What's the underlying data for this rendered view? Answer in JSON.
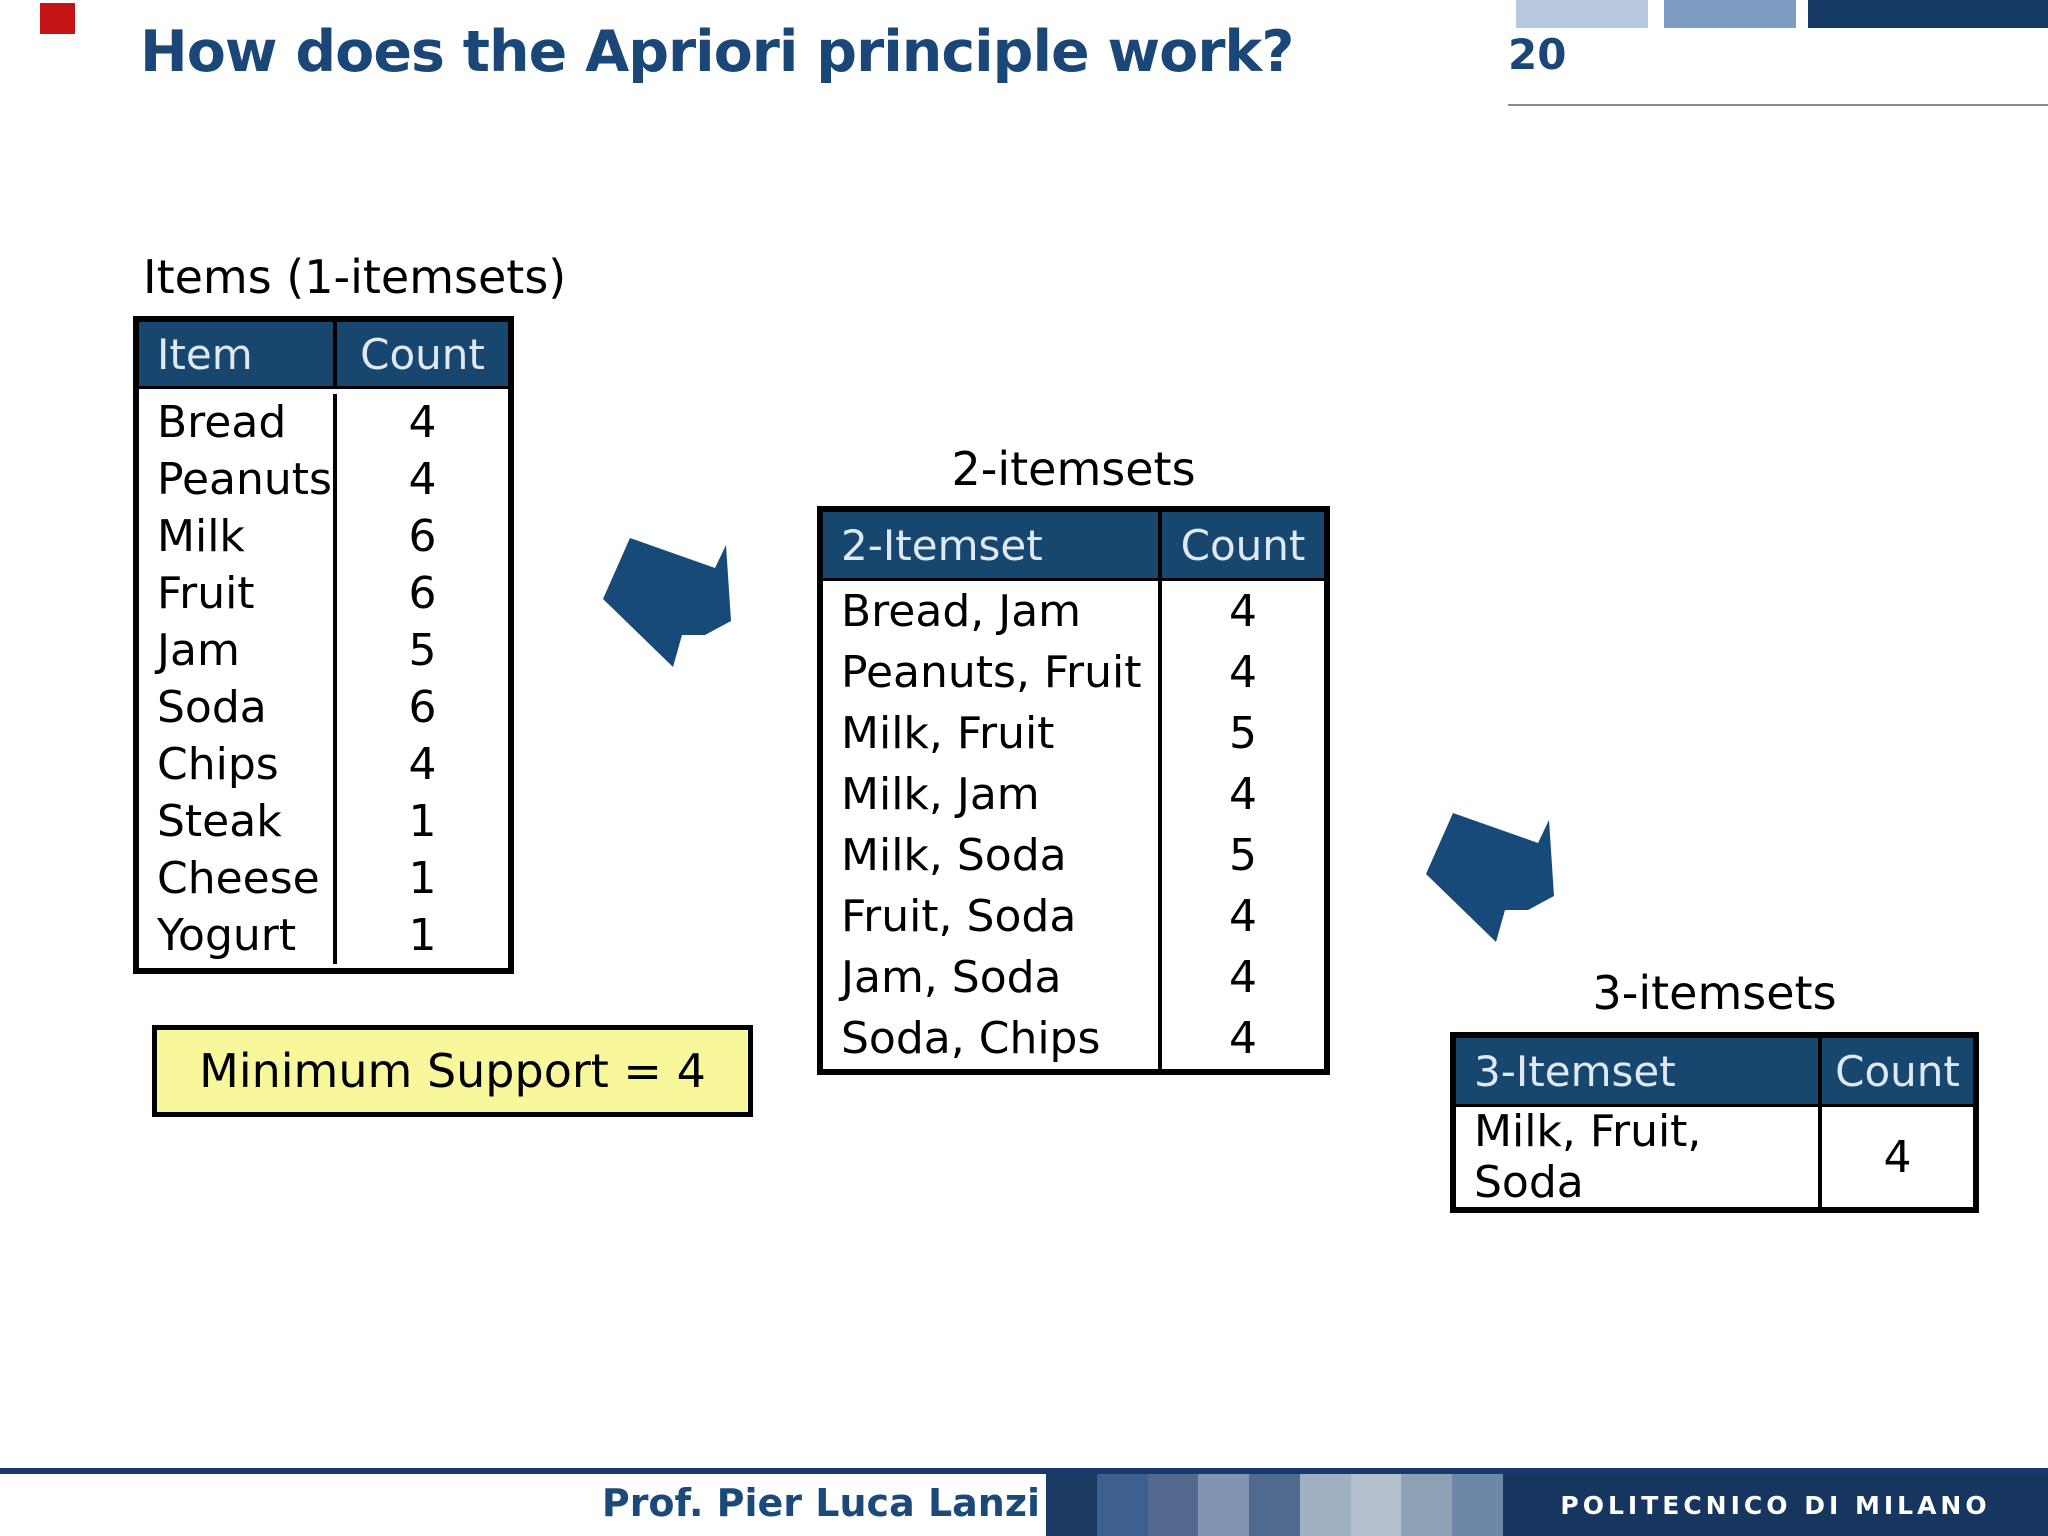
{
  "slide": {
    "title": "How does the Apriori principle work?",
    "page_number": "20",
    "min_support_label": "Minimum Support = 4"
  },
  "tables": [
    {
      "caption": "Items (1-itemsets)",
      "headers": [
        "Item",
        "Count"
      ],
      "rows": [
        [
          "Bread",
          "4"
        ],
        [
          "Peanuts",
          "4"
        ],
        [
          "Milk",
          "6"
        ],
        [
          "Fruit",
          "6"
        ],
        [
          "Jam",
          "5"
        ],
        [
          "Soda",
          "6"
        ],
        [
          "Chips",
          "4"
        ],
        [
          "Steak",
          "1"
        ],
        [
          "Cheese",
          "1"
        ],
        [
          "Yogurt",
          "1"
        ]
      ]
    },
    {
      "caption": "2-itemsets",
      "headers": [
        "2-Itemset",
        "Count"
      ],
      "rows": [
        [
          "Bread, Jam",
          "4"
        ],
        [
          "Peanuts, Fruit",
          "4"
        ],
        [
          "Milk, Fruit",
          "5"
        ],
        [
          "Milk, Jam",
          "4"
        ],
        [
          "Milk, Soda",
          "5"
        ],
        [
          "Fruit, Soda",
          "4"
        ],
        [
          "Jam, Soda",
          "4"
        ],
        [
          "Soda, Chips",
          "4"
        ]
      ]
    },
    {
      "caption": "3-itemsets",
      "headers": [
        "3-Itemset",
        "Count"
      ],
      "rows": [
        [
          "Milk, Fruit, Soda",
          "4"
        ]
      ]
    }
  ],
  "icons": {
    "flow_arrow": "arrow-down-right"
  },
  "footer": {
    "author": "Prof. Pier Luca Lanzi",
    "institution": "POLITECNICO DI MILANO"
  },
  "colors": {
    "accent_navy": "#1a4778",
    "table_header_bg": "#17466e",
    "table_header_text": "#dfe9f3",
    "arrow_fill": "#174a78",
    "highlight_yellow": "#f9f79b",
    "footer_rule_navy": "#17396b",
    "footer_block_navy": "#16365f",
    "red_marker": "#c41414",
    "top_bars": [
      "#b9c9dd",
      "#7d9cc4",
      "#143a64"
    ],
    "footer_band": [
      "#1a3a62",
      "#3e6090",
      "#52688c",
      "#8195b1",
      "#50698f",
      "#9fb0c2",
      "#b4c0ce",
      "#8da0b6",
      "#6d87a6"
    ]
  }
}
